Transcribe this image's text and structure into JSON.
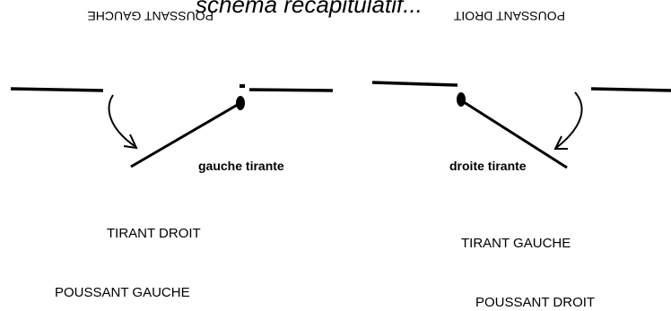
{
  "title": "schéma récapitulatif...",
  "left": {
    "upside_label": "POUSSANT GAUCHE",
    "tirante_label": "gauche tirante",
    "caption_1": "TIRANT DROIT",
    "caption_2": "POUSSANT GAUCHE"
  },
  "right": {
    "upside_label": "POUSSANT DROIT",
    "tirante_label": "droite tirante",
    "caption_1": "TIRANT GAUCHE",
    "caption_2": "POUSSANT DROIT"
  }
}
